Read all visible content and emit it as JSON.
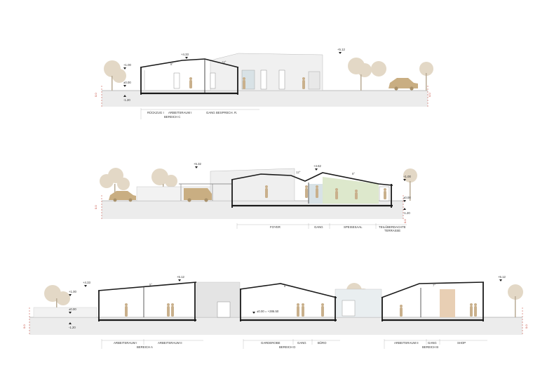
{
  "sections": [
    {
      "id": "top",
      "levels": {
        "ridge": "+4.33",
        "left": "+1.00",
        "floor": "±0.00",
        "below": "-1.20",
        "right": "+5.12"
      },
      "angles": [
        "8°",
        "12°"
      ],
      "rooms": [
        {
          "text": "RÜCKZUG I"
        },
        {
          "text": "ARBEITSRAUM I"
        },
        {
          "text": "BEREICH C"
        },
        {
          "text": "GANG"
        },
        {
          "text": "BESPRECH. R."
        }
      ],
      "red_marks": [
        "0.0",
        "0.0"
      ]
    },
    {
      "id": "middle",
      "levels": {
        "left_top": "+5.32",
        "ridge": "+4.62",
        "right": "+1.00",
        "right_floor": "±0.00",
        "below": "-1.20"
      },
      "angles": [
        "12°",
        "8°"
      ],
      "rooms": [
        {
          "text": "FOYER"
        },
        {
          "text": "GANG"
        },
        {
          "text": "SPEISESAAL"
        },
        {
          "text": "TEILÜBERDACHTE"
        },
        {
          "text": "TERRASSE"
        }
      ],
      "red_marks": [
        "0.0",
        "0.0"
      ]
    },
    {
      "id": "bottom",
      "levels": {
        "left_top": "+4.33",
        "left": "+1.00",
        "floor": "±0.00",
        "below": "-1.20",
        "ridge": "+5.12",
        "center_floor": "±0.00 = +286.50",
        "right": "+5.12"
      },
      "angles": [
        "5°",
        "8°",
        "7°"
      ],
      "rooms": [
        {
          "text": "ARBEITSRAUM I"
        },
        {
          "text": "ARBEITSRAUM II"
        },
        {
          "text": "BEREICH A"
        },
        {
          "text": "GARDEROBE"
        },
        {
          "text": "GANG"
        },
        {
          "text": "BÜRO"
        },
        {
          "text": "BEREICH D"
        },
        {
          "text": "ARBEITSRAUM II"
        },
        {
          "text": "GANG"
        },
        {
          "text": "SHOP"
        },
        {
          "text": "BEREICH B"
        }
      ],
      "red_marks": [
        "0.0",
        "0.0"
      ]
    }
  ],
  "colors": {
    "line": "#1a1a1a",
    "ground": "#ececec",
    "tree": "#e3d8c6",
    "figure": "#c9b08c",
    "car": "#c9ae82",
    "glass": "#d8e2e6",
    "green": "#dde8cc",
    "wood": "#e8cfb4",
    "red": "#c0392b"
  }
}
